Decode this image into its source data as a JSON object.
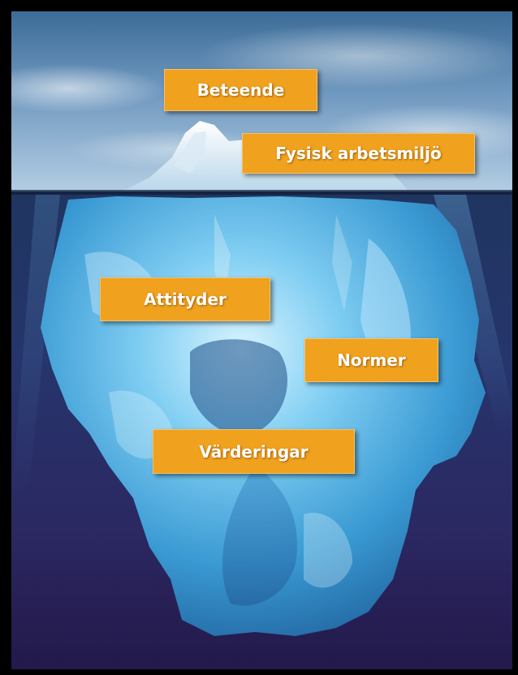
{
  "diagram": {
    "labels": {
      "beteende": "Beteende",
      "fysisk_arbetsmiljo": "Fysisk arbetsmiljö",
      "attityder": "Attityder",
      "normer": "Normer",
      "varderingar": "Värderingar"
    },
    "colors": {
      "label_fill": "#f0a11d",
      "label_text": "#ffffff",
      "frame": "#000000",
      "sky_top": "#3f6f9a",
      "sky_bottom": "#a9c7df",
      "water_top": "#1d2f5a",
      "water_deep": "#2a1f55",
      "ice_light": "#bfe9ff",
      "ice_mid": "#3d9fd6",
      "ice_dark": "#1b5f9c"
    },
    "illustration": "iceberg-image"
  }
}
